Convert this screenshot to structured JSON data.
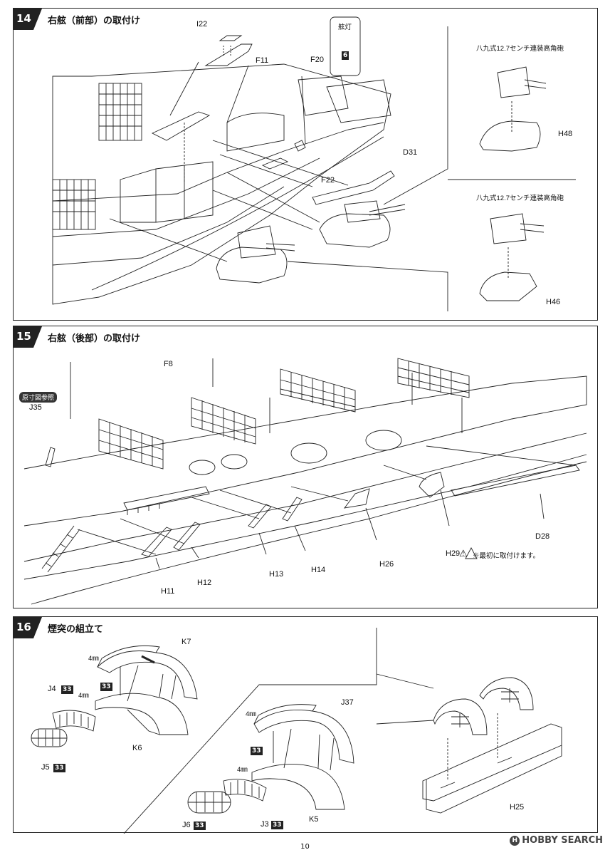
{
  "steps": [
    {
      "number": "14",
      "title": "右舷（前部）の取付け",
      "parts": [
        "I22",
        "F11",
        "F20",
        "F22",
        "D31",
        "H48",
        "H46"
      ],
      "lamp_label": "舷灯",
      "lamp_color_no": "6",
      "gun_caption_top": "八九式12.7センチ連装高角砲",
      "gun_caption_bottom": "八九式12.7センチ連装高角砲"
    },
    {
      "number": "15",
      "title": "右舷（後部）の取付け",
      "ref_tag": "原寸図参照",
      "parts": [
        "F8",
        "J35",
        "D28",
        "H11",
        "H12",
        "H13",
        "H14",
        "H26",
        "H29"
      ],
      "caution": "※最初に取付けます。"
    },
    {
      "number": "16",
      "title": "煙突の組立て",
      "parts": [
        "K7",
        "J4",
        "K6",
        "J5",
        "J37",
        "K5",
        "J6",
        "J3",
        "H25"
      ],
      "dimension": "4㎜",
      "color_no": "33"
    }
  ],
  "footer": {
    "page_number": "10",
    "watermark": "HOBBY SEARCH"
  }
}
